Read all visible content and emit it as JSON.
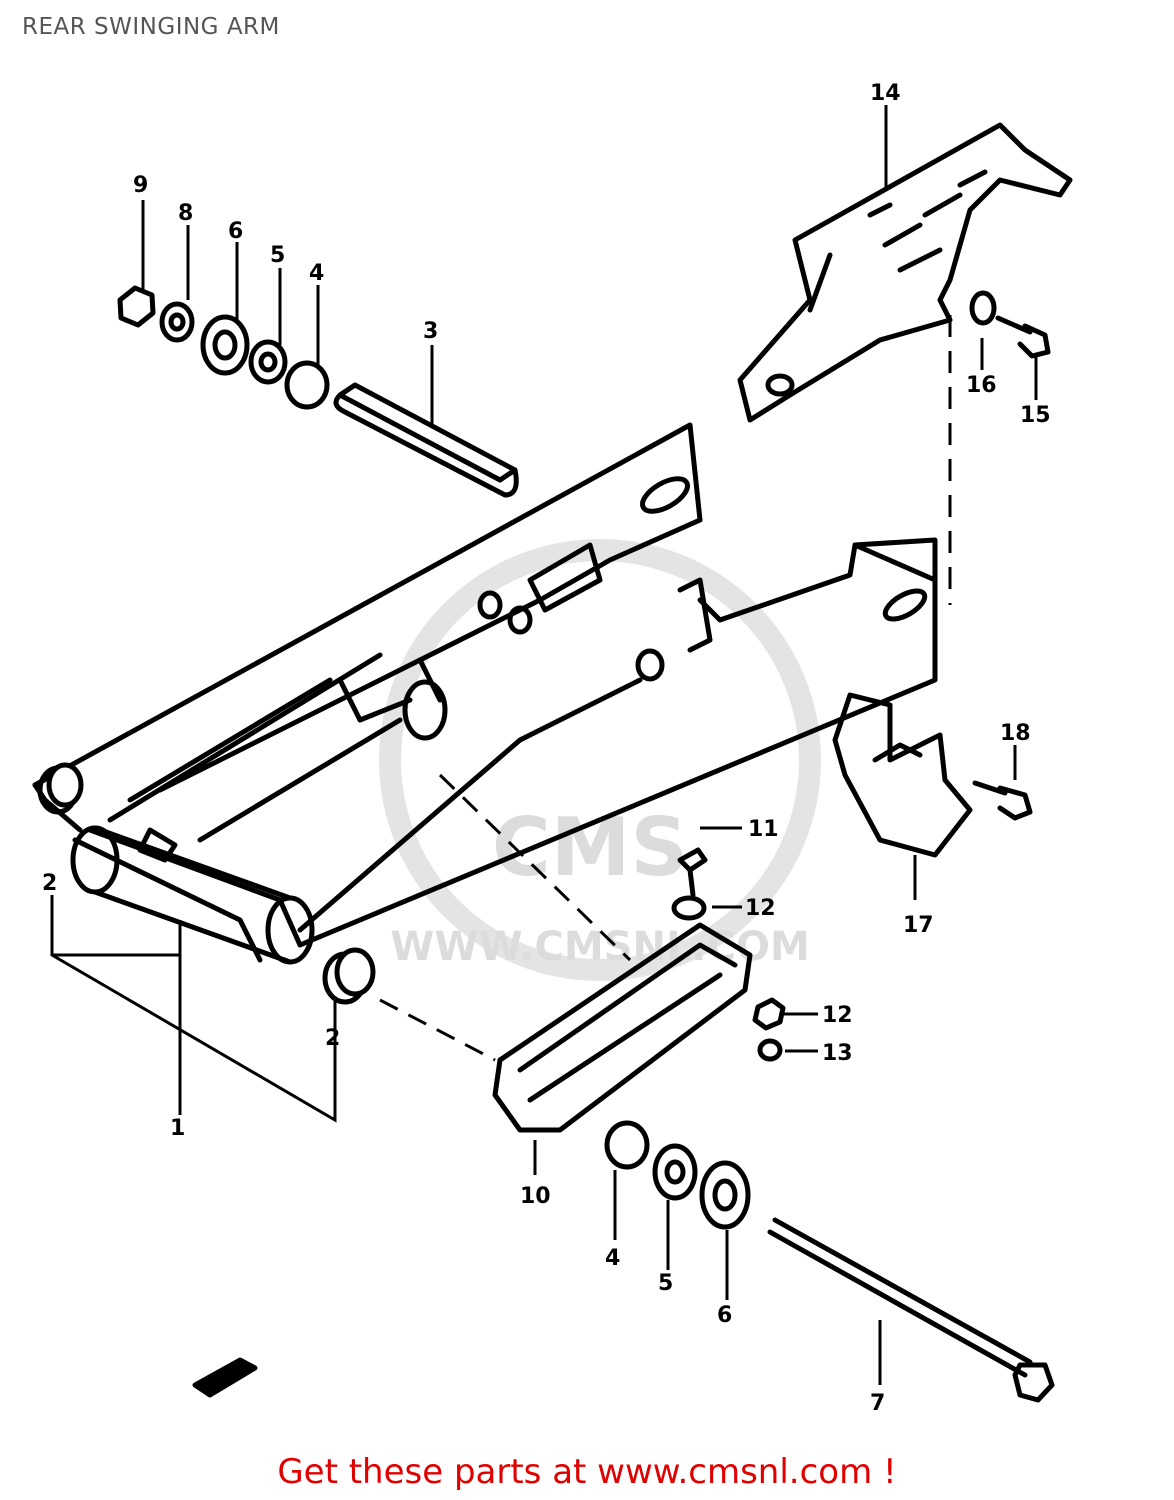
{
  "title": "REAR SWINGING ARM",
  "footer": {
    "text": "Get these parts at www.cmsnl.com !"
  },
  "watermark": {
    "brand": "CMS",
    "url": "WWW.CMSNL.COM"
  },
  "callouts": {
    "p1": "1",
    "p2a": "2",
    "p2b": "2",
    "p3": "3",
    "p4a": "4",
    "p4b": "4",
    "p5a": "5",
    "p5b": "5",
    "p6a": "6",
    "p6b": "6",
    "p7": "7",
    "p8": "8",
    "p9": "9",
    "p10": "10",
    "p11": "11",
    "p12a": "12",
    "p12b": "12",
    "p13": "13",
    "p14": "14",
    "p15": "15",
    "p16": "16",
    "p17": "17",
    "p18": "18"
  },
  "colors": {
    "line": "#000000",
    "footer": "#e00000",
    "title": "#555555",
    "watermark": "#dcdcdc"
  }
}
